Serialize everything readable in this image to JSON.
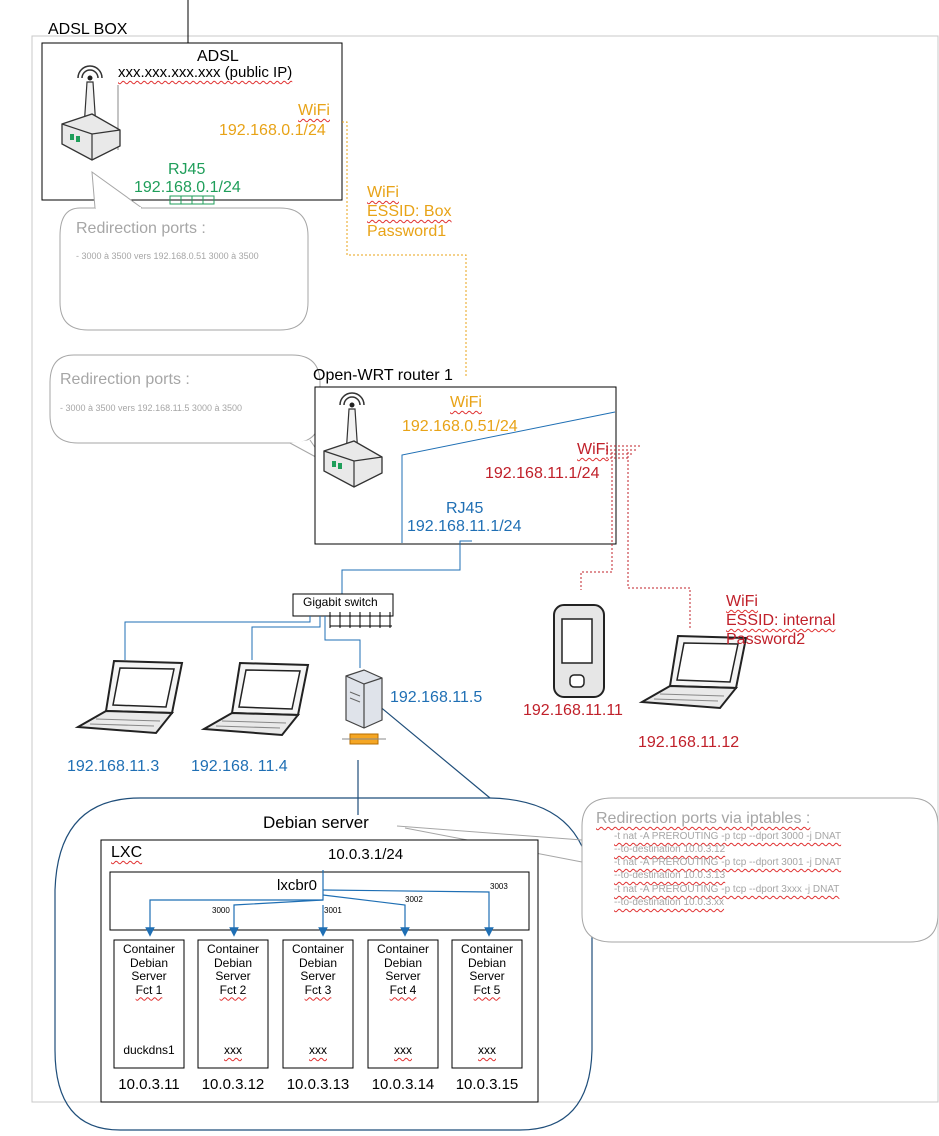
{
  "colors": {
    "wifi_orange": "#e8a317",
    "lan_green": "#1f9e5a",
    "lan_blue": "#1f6fb4",
    "wifi_red": "#c0202a",
    "note_gray": "#a6a6a6",
    "frame_gray": "#c8c8c8"
  },
  "adsl_box": {
    "title": "ADSL BOX",
    "device_title": "ADSL",
    "public_ip": "xxx.xxx.xxx.xxx (public IP)",
    "wifi_label": "WiFi",
    "wifi_ip": "192.168.0.1/24",
    "rj45_label": "RJ45",
    "rj45_ip": "192.168.0.1/24",
    "icon": "router-icon"
  },
  "note_adsl": {
    "title": "Redirection ports :",
    "line": "- 3000 à 3500 vers 192.168.0.51 3000 à 3500"
  },
  "wifi_box": {
    "label": "WiFi",
    "essid": "ESSID: Box",
    "password": "Password1"
  },
  "router1": {
    "title": "Open-WRT router 1",
    "wifi_label": "WiFi",
    "wifi_ip": "192.168.0.51/24",
    "wifi2_label": "WiFi",
    "wifi2_ip": "192.168.11.1/24",
    "rj45_label": "RJ45",
    "rj45_ip": "192.168.11.1/24",
    "icon": "router-icon"
  },
  "note_router": {
    "title": "Redirection ports :",
    "line": "- 3000 à 3500 vers 192.168.11.5 3000 à 3500"
  },
  "switch": {
    "label": "Gigabit switch"
  },
  "wifi_internal": {
    "label": "WiFi",
    "essid": "ESSID: internal",
    "password": "Password2"
  },
  "clients": [
    {
      "ip": "192.168.11.3",
      "icon": "laptop-icon"
    },
    {
      "ip": "192.168. 11.4",
      "icon": "laptop-icon"
    },
    {
      "ip": "192.168.11.5",
      "icon": "server-icon"
    },
    {
      "ip": "192.168.11.11",
      "icon": "phone-icon"
    },
    {
      "ip": "192.168.11.12",
      "icon": "laptop-icon"
    }
  ],
  "debian": {
    "title": "Debian server",
    "lxc_label": "LXC",
    "lxc_ip": "10.0.3.1/24",
    "bridge": "lxcbr0",
    "ports": [
      "3000",
      "3001",
      "3002",
      "3003"
    ],
    "containers": [
      {
        "line1": "Container",
        "line2": "Debian",
        "line3": "Server",
        "line4": "Fct 1",
        "service": "duckdns1",
        "ip": "10.0.3.11"
      },
      {
        "line1": "Container",
        "line2": "Debian",
        "line3": "Server",
        "line4": "Fct 2",
        "service": "xxx",
        "ip": "10.0.3.12"
      },
      {
        "line1": "Container",
        "line2": "Debian",
        "line3": "Server",
        "line4": "Fct 3",
        "service": "xxx",
        "ip": "10.0.3.13"
      },
      {
        "line1": "Container",
        "line2": "Debian",
        "line3": "Server",
        "line4": "Fct 4",
        "service": "xxx",
        "ip": "10.0.3.14"
      },
      {
        "line1": "Container",
        "line2": "Debian",
        "line3": "Server",
        "line4": "Fct 5",
        "service": "xxx",
        "ip": "10.0.3.15"
      }
    ]
  },
  "note_iptables": {
    "title": "Redirection ports via iptables :",
    "lines": [
      "-t nat -A PREROUTING -p tcp --dport 3000 -j DNAT",
      "--to-destination 10.0.3.12",
      "-t nat -A PREROUTING -p tcp --dport 3001 -j DNAT",
      "--to-destination 10.0.3.13",
      "-t nat -A PREROUTING -p tcp --dport 3xxx -j DNAT",
      "--to-destination 10.0.3.xx"
    ]
  }
}
